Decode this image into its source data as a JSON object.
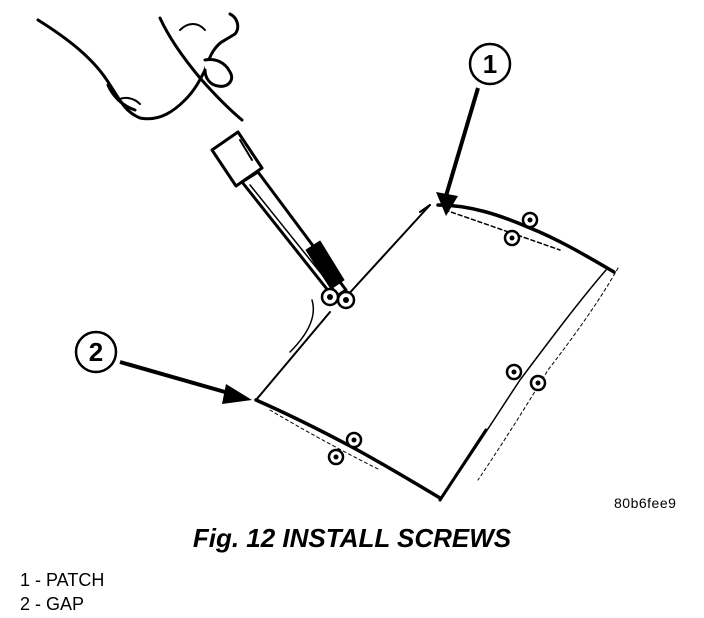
{
  "figure": {
    "image_code": "80b6fee9",
    "caption": "Fig. 12 INSTALL SCREWS"
  },
  "callouts": [
    {
      "number": "1",
      "label": "PATCH"
    },
    {
      "number": "2",
      "label": "GAP"
    }
  ],
  "legend_separator": " - "
}
